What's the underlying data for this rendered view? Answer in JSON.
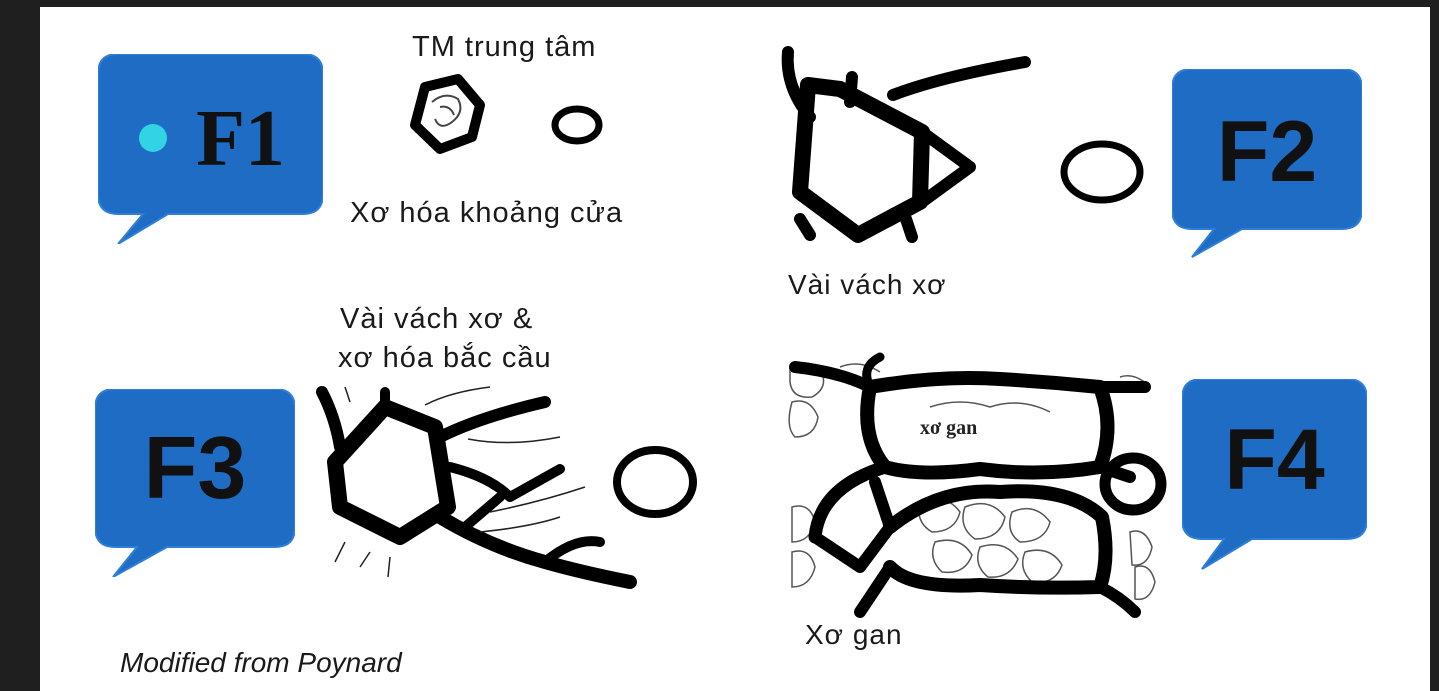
{
  "stages": {
    "f1": {
      "badge": "F1",
      "top_label": "TM trung tâm",
      "bottom_label": "Xơ hóa khoảng cửa"
    },
    "f2": {
      "badge": "F2",
      "label": "Vài vách xơ"
    },
    "f3": {
      "badge": "F3",
      "label_line1": "Vài vách xơ &",
      "label_line2": "xơ hóa bắc cầu"
    },
    "f4": {
      "badge": "F4",
      "inner_label": "xơ gan",
      "label": "Xơ gan"
    }
  },
  "credit": "Modified from Poynard",
  "colors": {
    "bubble": "#1f6cc4",
    "bubble_edge": "#2f7fd8",
    "dot": "#33d3e6",
    "ink": "#000000",
    "panel": "#ffffff"
  }
}
